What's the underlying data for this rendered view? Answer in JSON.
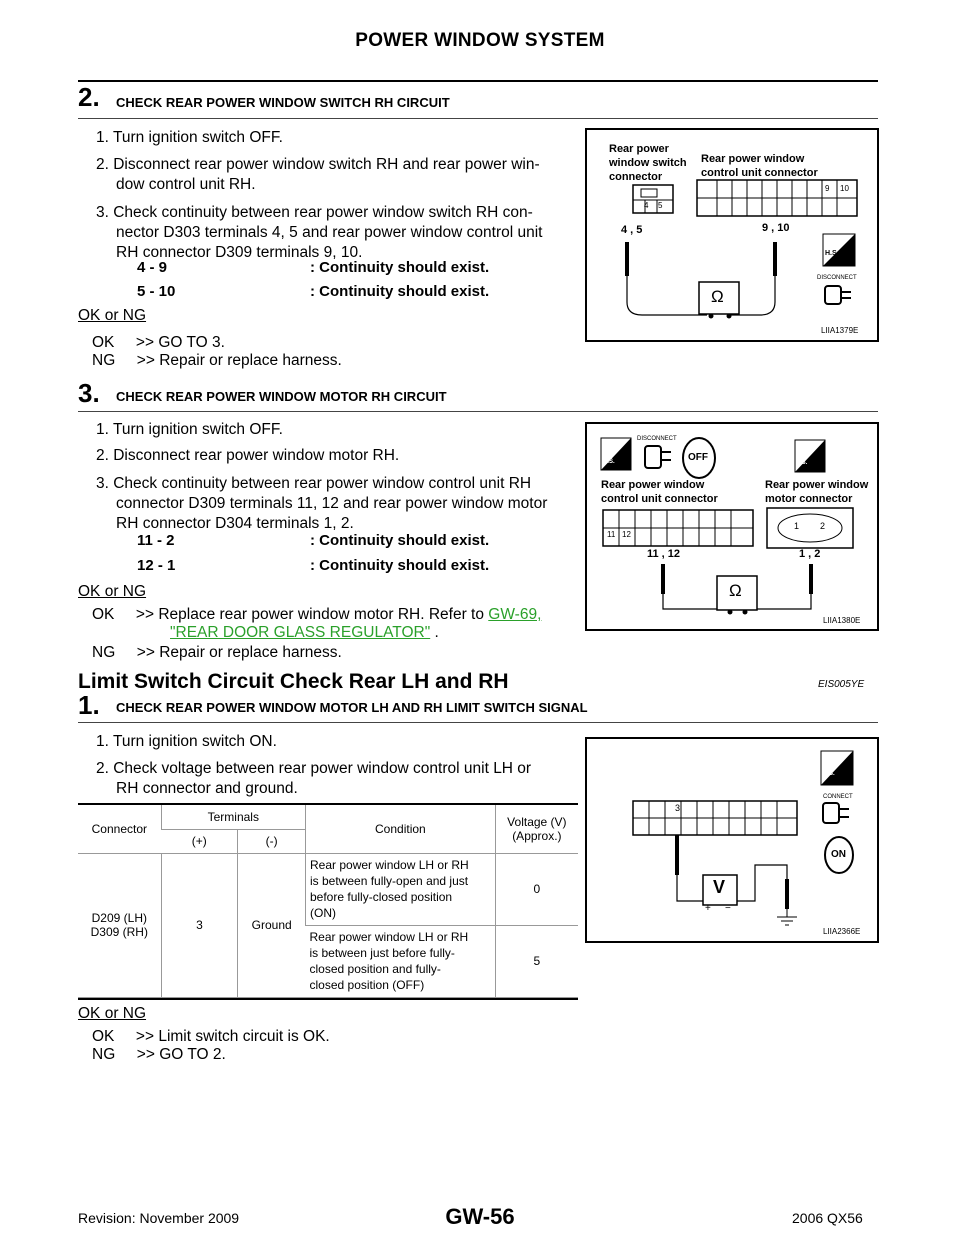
{
  "header": {
    "title": "POWER WINDOW SYSTEM"
  },
  "step2": {
    "num": "2.",
    "title": "CHECK REAR POWER WINDOW SWITCH RH CIRCUIT",
    "items": [
      "1. Turn ignition switch OFF.",
      "2. Disconnect rear power window switch RH and rear power win-",
      "dow control unit RH.",
      "3. Check continuity between rear power window switch RH con-",
      "nector D303 terminals 4, 5 and rear power window control unit",
      "RH connector D309 terminals 9, 10."
    ],
    "continuity": [
      {
        "pair": "4 - 9",
        "result": ": Continuity should exist."
      },
      {
        "pair": "5 - 10",
        "result": ": Continuity should exist."
      }
    ],
    "okng": "OK or NG",
    "ok": "OK     >> GO TO 3.",
    "ng": "NG     >> Repair or replace harness."
  },
  "fig1": {
    "label_switch": [
      "Rear power",
      "window switch",
      "connector"
    ],
    "label_unit": [
      "Rear power window",
      "control unit connector"
    ],
    "pins_switch": "4 , 5",
    "pins_unit": "9 , 10",
    "term_a": "4",
    "term_b": "5",
    "term_c": "9",
    "term_d": "10",
    "ohm": "Ω",
    "hs": "H.S.",
    "disconnect": "DISCONNECT",
    "id": "LIIA1379E"
  },
  "step3": {
    "num": "3.",
    "title": "CHECK REAR POWER WINDOW MOTOR RH CIRCUIT",
    "items": [
      "1. Turn ignition switch OFF.",
      "2. Disconnect rear power window motor RH.",
      "3. Check continuity between rear power window control unit RH",
      "connector D309 terminals 11, 12 and rear power window motor",
      "RH connector D304 terminals 1, 2."
    ],
    "continuity": [
      {
        "pair": "11 - 2",
        "result": ": Continuity should exist."
      },
      {
        "pair": "12 - 1",
        "result": ": Continuity should exist."
      }
    ],
    "okng": "OK or NG",
    "ok_prefix": "OK     >> Replace rear power window motor RH. Refer to",
    "ok_link1": "GW-69,",
    "ok_link2": "\"REAR DOOR GLASS REGULATOR\"",
    "ok_suffix": " .",
    "ng": "NG     >> Repair or replace harness."
  },
  "fig2": {
    "label_unit": [
      "Rear power window",
      "control unit connector"
    ],
    "label_motor": [
      "Rear power window",
      "motor connector"
    ],
    "pins_unit": "11 , 12",
    "pins_motor": "1 , 2",
    "term_a": "11",
    "term_b": "12",
    "term_c": "1",
    "term_d": "2",
    "ohm": "Ω",
    "hs": "H.S.",
    "ts": "T.S.",
    "disconnect": "DISCONNECT",
    "off": "OFF",
    "id": "LIIA1380E"
  },
  "section": {
    "title": "Limit Switch Circuit Check Rear LH and RH",
    "code": "EIS005YE"
  },
  "step1": {
    "num": "1.",
    "title": "CHECK REAR POWER WINDOW MOTOR LH AND RH LIMIT SWITCH SIGNAL",
    "items": [
      "1. Turn ignition switch ON.",
      "2. Check voltage between rear power window control unit LH or",
      "RH connector and ground."
    ],
    "table": {
      "h_connector": "Connector",
      "h_terminals": "Terminals",
      "h_plus": "(+)",
      "h_minus": "(-)",
      "h_condition": "Condition",
      "h_voltage": "Voltage (V)",
      "h_approx": "(Approx.)",
      "connector": [
        "D209 (LH)",
        "D309 (RH)"
      ],
      "plus": "3",
      "minus": "Ground",
      "rows": [
        {
          "condition": [
            "Rear power window LH or RH",
            "is between fully-open and just",
            "before fully-closed position",
            "(ON)"
          ],
          "voltage": "0"
        },
        {
          "condition": [
            "Rear power window LH or RH",
            "is between just before fully-",
            "closed position and fully-",
            "closed position (OFF)"
          ],
          "voltage": "5"
        }
      ]
    },
    "okng": "OK or NG",
    "ok": "OK     >> Limit switch circuit is OK.",
    "ng": "NG     >> GO TO 2."
  },
  "fig3": {
    "term": "3",
    "volt": "V",
    "plus": "+",
    "minus": "−",
    "hs": "H.S.",
    "connect": "CONNECT",
    "on": "ON",
    "id": "LIIA2366E"
  },
  "footer": {
    "page": "GW-56",
    "revision": "Revision: November 2009",
    "model": "2006 QX56"
  }
}
